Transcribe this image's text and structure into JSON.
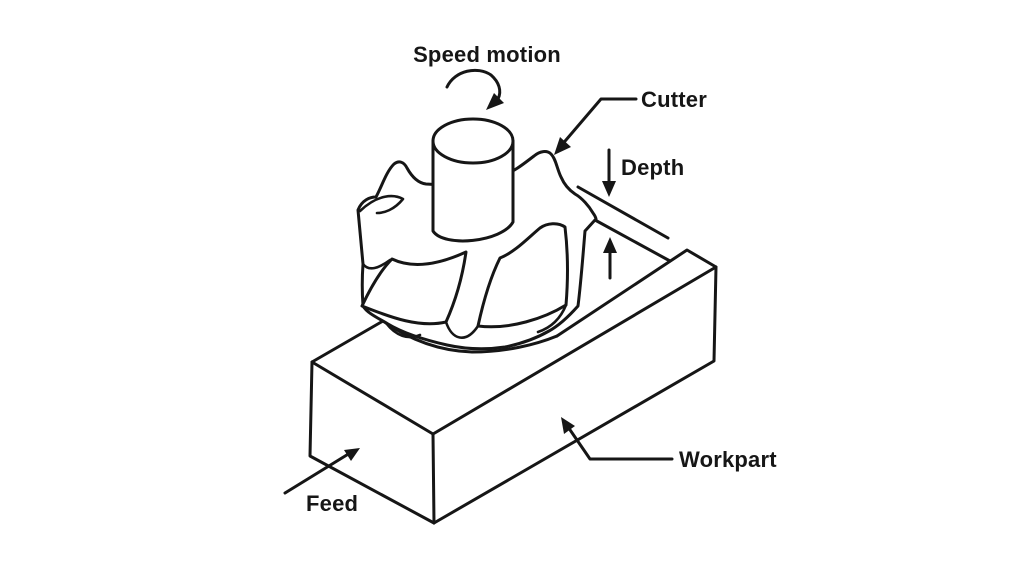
{
  "diagram": {
    "type": "peripheral-milling-operation",
    "labels": {
      "speed_motion": "Speed motion",
      "cutter": "Cutter",
      "depth": "Depth",
      "workpart": "Workpart",
      "feed": "Feed"
    },
    "colors": {
      "line": "#161616",
      "background": "#ffffff"
    }
  }
}
